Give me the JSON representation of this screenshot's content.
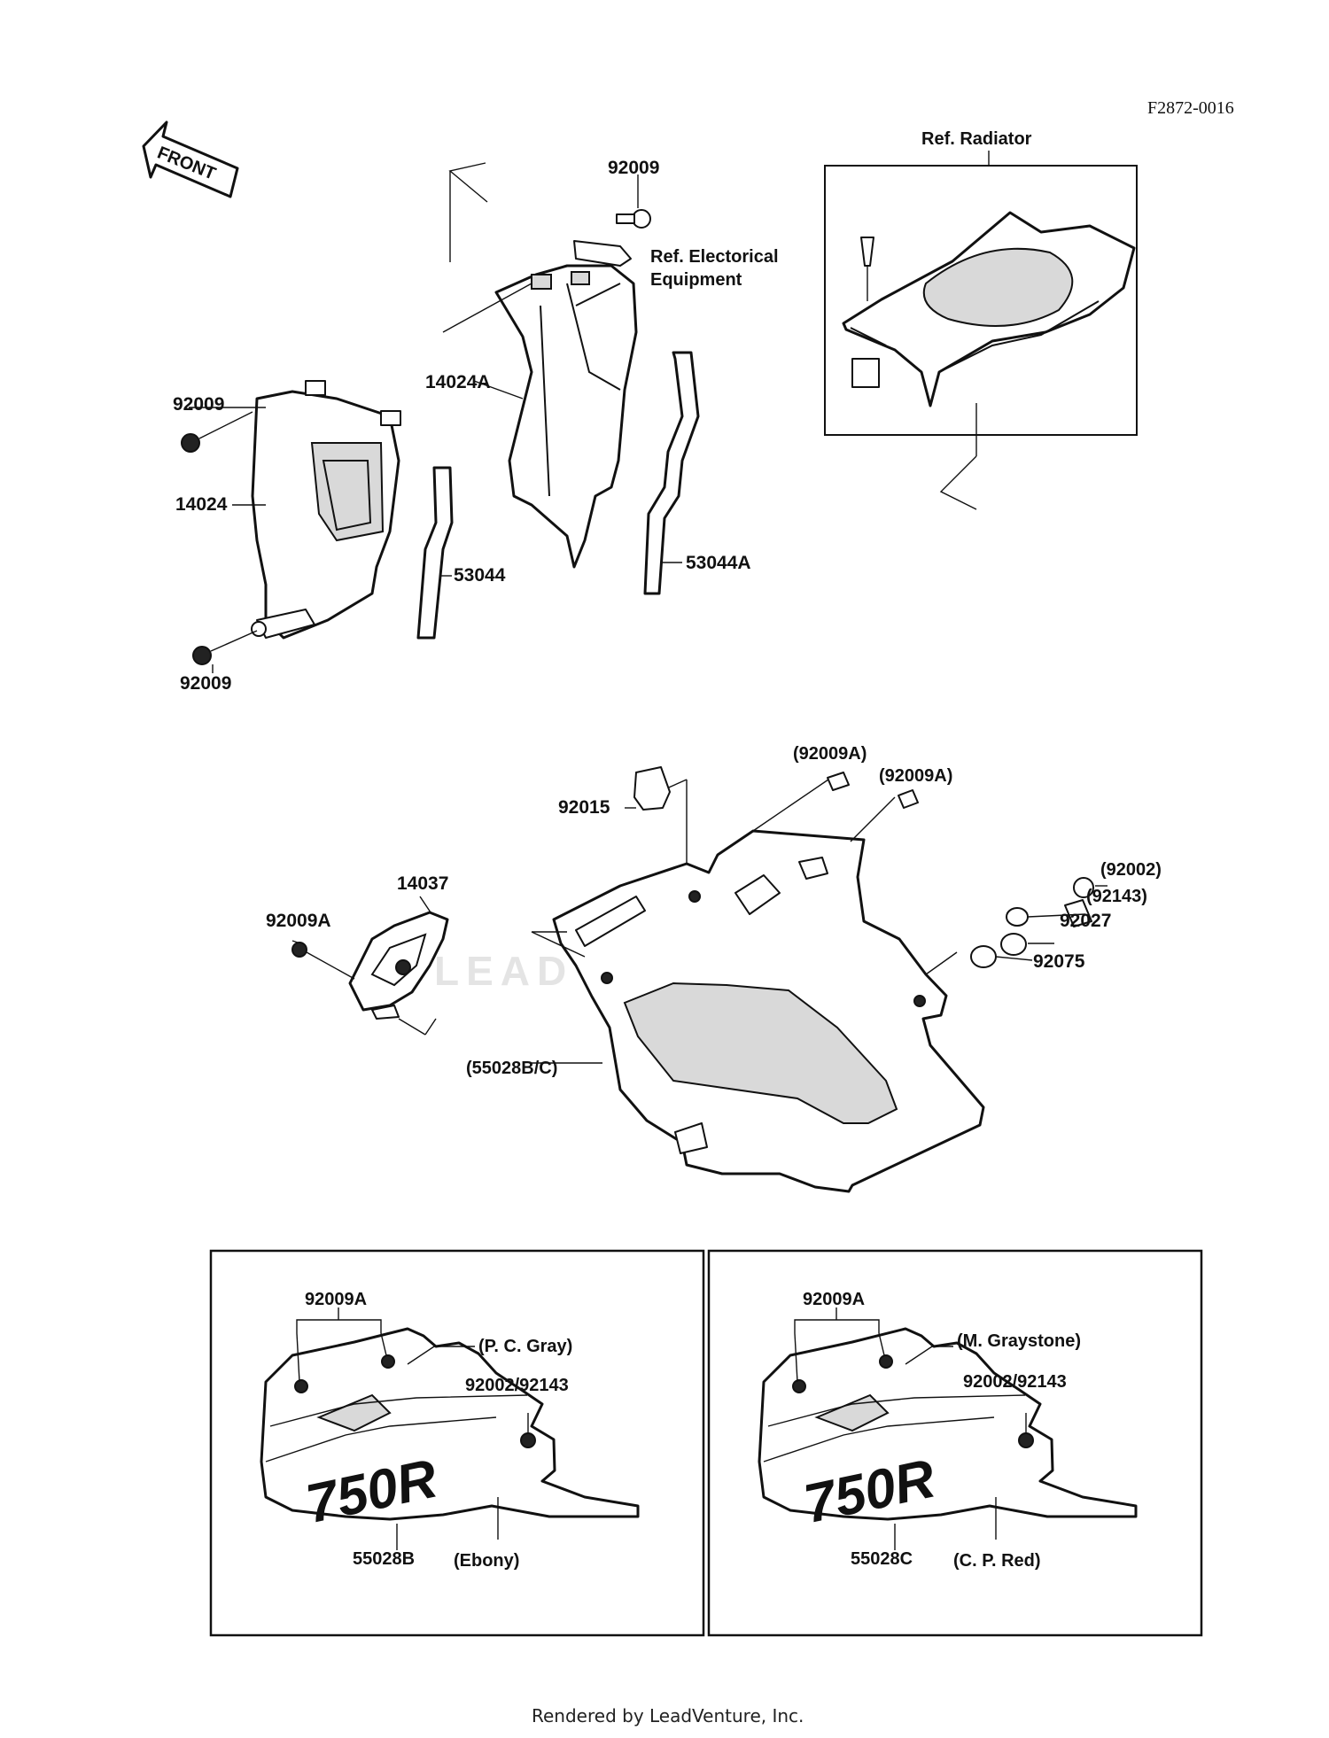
{
  "figure_id": "F2872-0016",
  "front_label": "FRONT",
  "labels": {
    "ref_radiator": "Ref. Radiator",
    "ref_electrical_1": "Ref. Electorical",
    "ref_electrical_2": "Equipment",
    "p92009_top": "92009",
    "p92009_left": "92009",
    "p92009_bottom": "92009",
    "p14024A": "14024A",
    "p14024": "14024",
    "p53044": "53044",
    "p53044A": "53044A",
    "p92009A_paren_1": "(92009A)",
    "p92009A_paren_2": "(92009A)",
    "p92015": "92015",
    "p92002_paren": "(92002)",
    "p92143_paren": "(92143)",
    "p92027": "92027",
    "p92075": "92075",
    "p14037": "14037",
    "p92009A_left": "92009A",
    "p55028BC": "(55028B/C)"
  },
  "variant_b": {
    "fastener": "92009A",
    "color_top": "(P. C. Gray)",
    "hardware": "92002/92143",
    "logo": "750R",
    "part": "55028B",
    "color_bottom": "(Ebony)"
  },
  "variant_c": {
    "fastener": "92009A",
    "color_top": "(M. Graystone)",
    "hardware": "92002/92143",
    "logo": "750R",
    "part": "55028C",
    "color_bottom": "(C. P. Red)"
  },
  "watermark": "LEADVENTURE",
  "footer": "Rendered by LeadVenture, Inc."
}
